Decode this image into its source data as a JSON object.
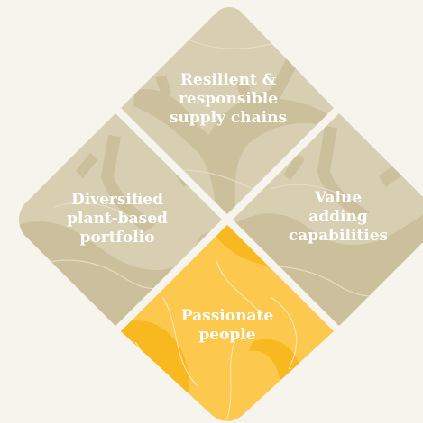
{
  "colors": {
    "background": "#f6f4ed",
    "tile_beige": "#d8ceb2",
    "tile_beige_art": "#cbbf9c",
    "tile_beige_line": "#e6dcc4",
    "tile_yellow": "#fcc84e",
    "tile_yellow_art": "#f7b820",
    "tile_yellow_line": "#fde6a6",
    "text": "#ffffff"
  },
  "tiles": {
    "top": {
      "lines": [
        "Resilient &",
        "responsible",
        "supply chains"
      ]
    },
    "left": {
      "lines": [
        "Diversified",
        "plant-based",
        "portfolio"
      ]
    },
    "right": {
      "lines": [
        "Value",
        "adding",
        "capabilities"
      ]
    },
    "bottom": {
      "lines": [
        "Passionate",
        "people"
      ]
    }
  }
}
